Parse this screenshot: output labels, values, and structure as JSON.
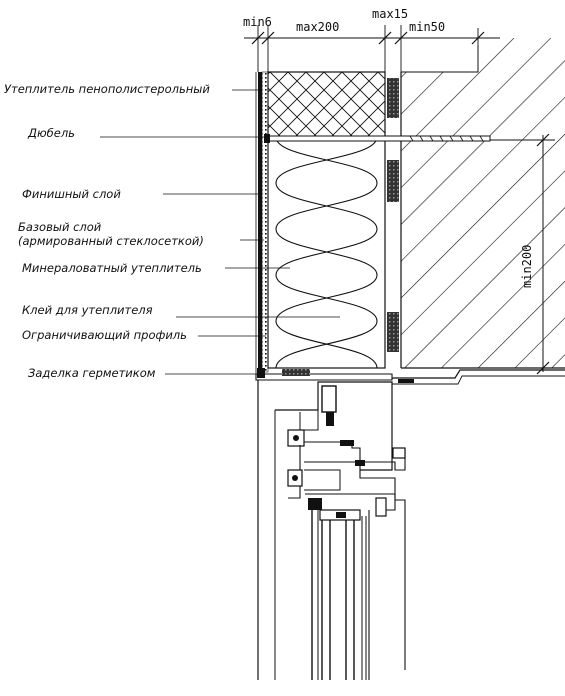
{
  "labels": {
    "eps_insulation": "Утеплитель пенополистерольный",
    "dowel": "Дюбель",
    "finish_layer": "Финишный слой",
    "base_layer_1": "Базовый слой",
    "base_layer_2": "(армированный стеклосеткой)",
    "mineral_wool": "Минераловатный утеплитель",
    "adhesive": "Клей для утеплителя",
    "limiting_profile": "Ограничивающий профиль",
    "sealant": "Заделка герметиком"
  },
  "dimensions": {
    "min6": "min6",
    "max200": "max200",
    "max15": "max15",
    "min50": "min50",
    "min200": "min200"
  },
  "colors": {
    "ink": "#111111",
    "paper": "#ffffff"
  }
}
